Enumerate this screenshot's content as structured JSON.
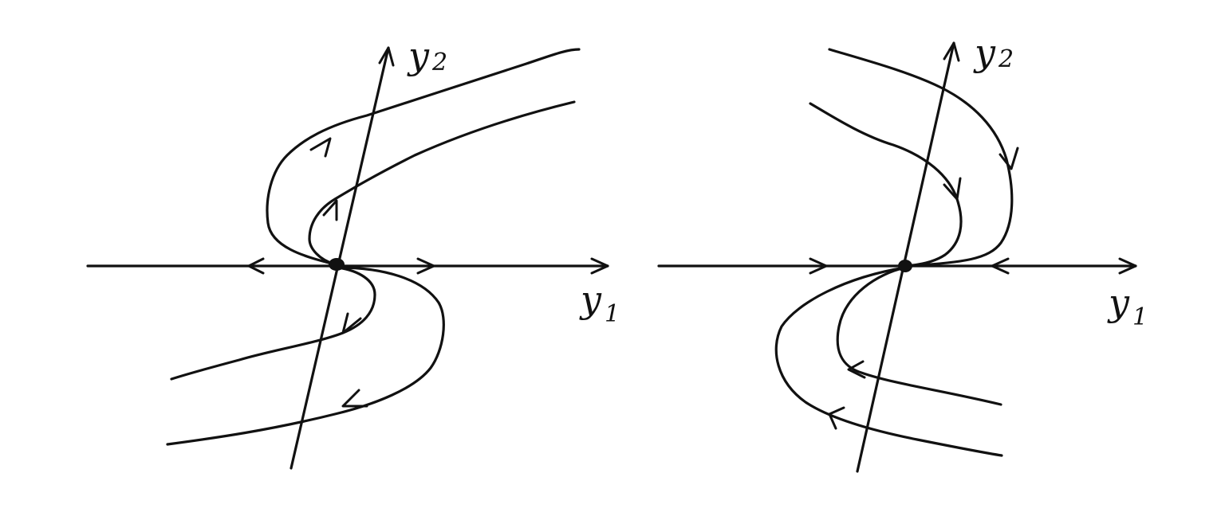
{
  "panels": [
    {
      "id": "left",
      "axis_x": {
        "var": "y",
        "sub": "1"
      },
      "axis_y": {
        "var": "y",
        "sub": "2"
      }
    },
    {
      "id": "right",
      "axis_x": {
        "var": "y",
        "sub": "1"
      },
      "axis_y": {
        "var": "y",
        "sub": "2"
      }
    }
  ],
  "colors": {
    "ink": "#111111",
    "background": "#ffffff"
  }
}
